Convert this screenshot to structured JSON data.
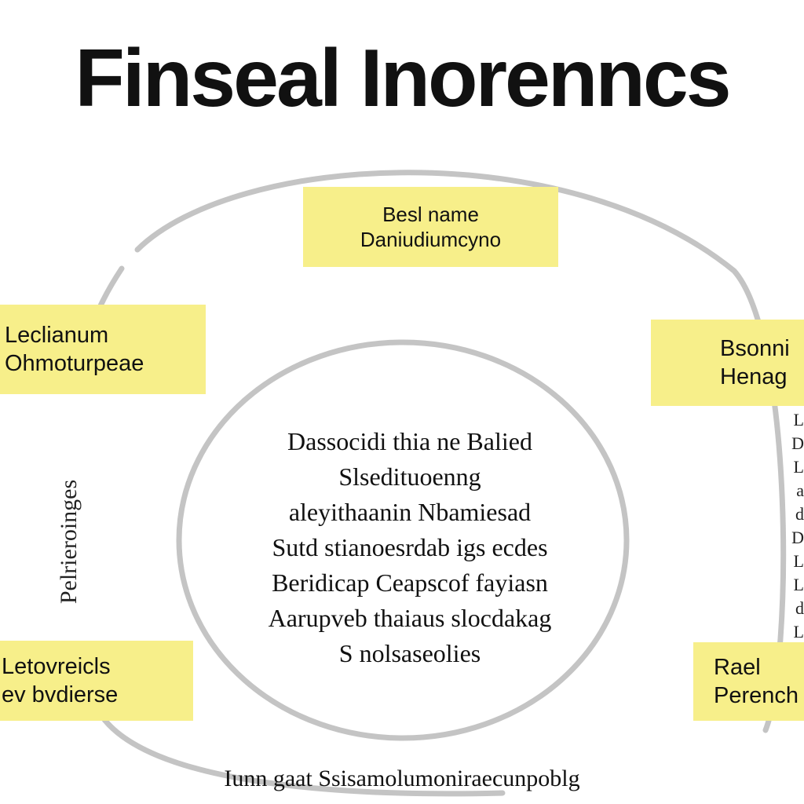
{
  "title": "Finseal Inorenncs",
  "top_box": {
    "line1": "Besl name",
    "line2": "Daniudiumcyno"
  },
  "left_box": {
    "line1": "Leclianum",
    "line2": "Ohmoturpeae"
  },
  "right_box": {
    "line1": "Bsonni",
    "line2": "Henag"
  },
  "bottom_left_box": {
    "line1": "Letovreicls",
    "line2": "ev bvdierse"
  },
  "bottom_right_box": {
    "line1": "Rael",
    "line2": "Perench"
  },
  "center_lines": [
    "Dassocidi  thia  ne  Balied",
    "Slsedituoenng",
    "aleyithaanin  Nbamiesad",
    "Sutd  stianoesrdab  igs  ecdes",
    "Beridicap  Ceapscof  fayiasn",
    "Aarupveb  thaiaus  slocdakag",
    "S  nolsaseolies"
  ],
  "side_left_text": "Pelrieroinges",
  "side_right_lines": [
    "L",
    "D",
    "L",
    "a",
    "d",
    "D",
    "L",
    "L",
    "d",
    "L"
  ],
  "bottom_text": "Iunn  gaat  Ssisamolumoniraecunpoblg",
  "colors": {
    "box_fill": "#f7ef8a",
    "ring_stroke": "#c4c4c4"
  }
}
